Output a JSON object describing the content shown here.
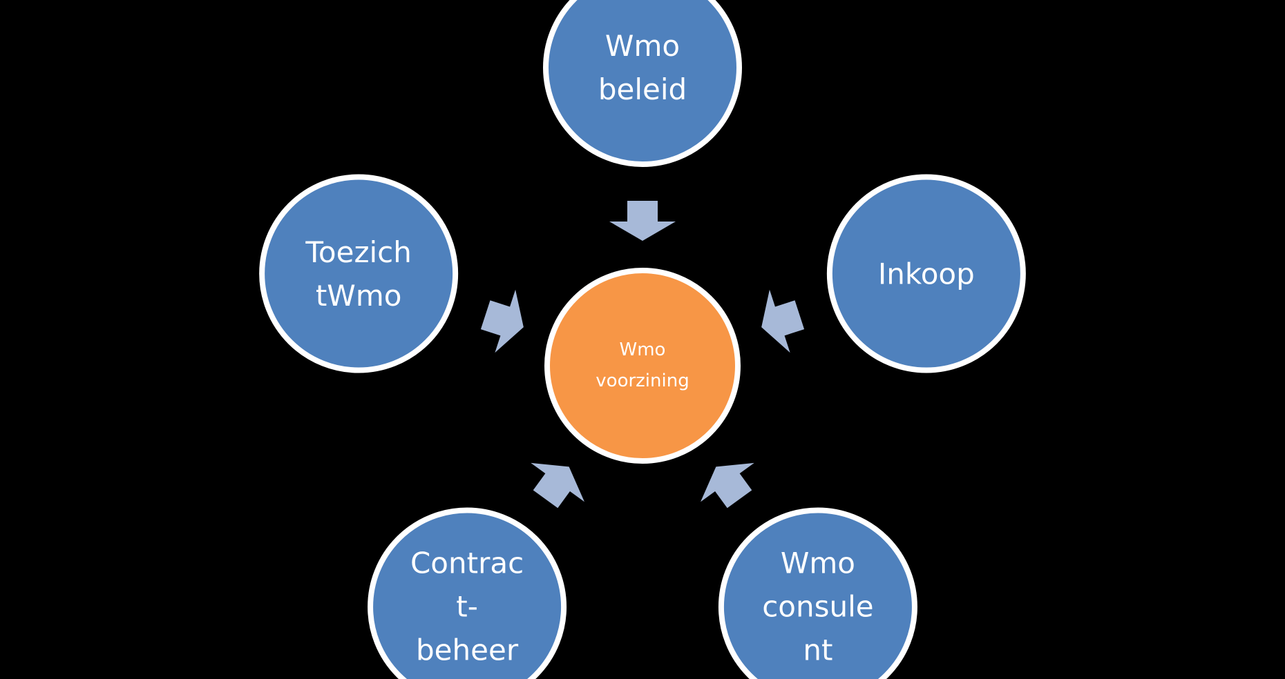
{
  "colors": {
    "background": "#000000",
    "outer_fill": "#4F81BD",
    "center_fill": "#F79646",
    "circle_stroke": "#FFFFFF",
    "arrow_fill": "#A7B9D8",
    "text": "#FFFFFF"
  },
  "center": {
    "id": "wmo-voorziening",
    "lines": [
      "Wmo",
      "voorzining"
    ]
  },
  "nodes": [
    {
      "id": "wmo-beleid",
      "lines": [
        "Wmo",
        "beleid"
      ]
    },
    {
      "id": "inkoop",
      "lines": [
        "Inkoop"
      ]
    },
    {
      "id": "wmo-consulent",
      "lines": [
        "Wmo",
        "consule",
        "nt"
      ]
    },
    {
      "id": "contractbeheer",
      "lines": [
        "Contrac",
        "t-",
        "beheer"
      ]
    },
    {
      "id": "toezicht-wmo",
      "lines": [
        "Toezich",
        "tWmo"
      ]
    }
  ]
}
